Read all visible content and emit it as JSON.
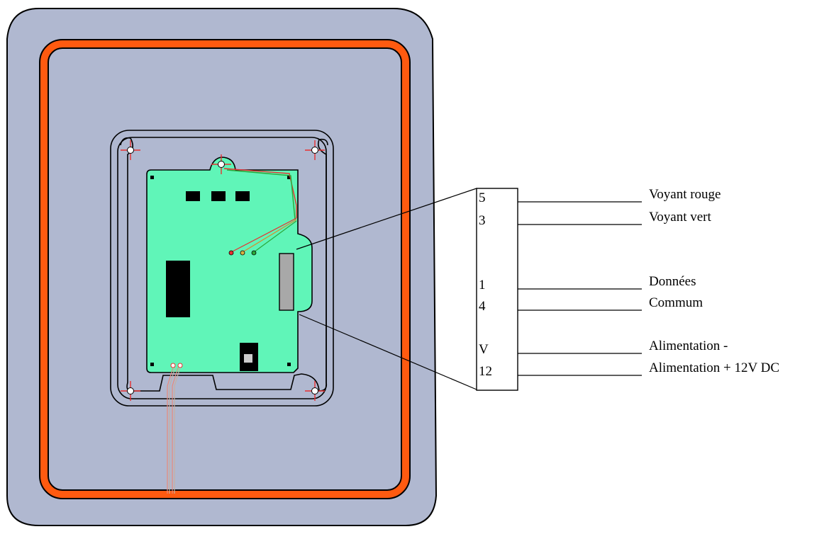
{
  "colors": {
    "background": "#ffffff",
    "housing": "#b0b8d0",
    "antenna_loop": "#ff5a10",
    "pcb": "#60f5b8",
    "mount_cross": "#e83030",
    "line": "#000000"
  },
  "icons": [
    "mount-cross-icon"
  ],
  "connector": {
    "pins": [
      {
        "number": "5",
        "label": "Voyant rouge"
      },
      {
        "number": "3",
        "label": "Voyant vert"
      },
      {
        "number": "1",
        "label": "Données"
      },
      {
        "number": "4",
        "label": "Commum"
      },
      {
        "number": "V",
        "label": "Alimentation -"
      },
      {
        "number": "12",
        "label": "Alimentation + 12V DC"
      }
    ]
  }
}
